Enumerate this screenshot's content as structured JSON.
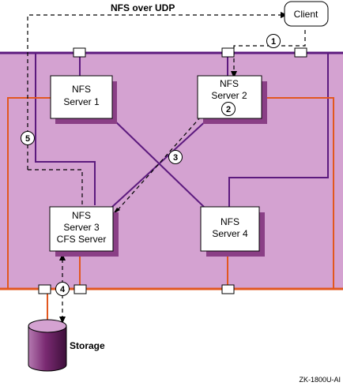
{
  "diagram": {
    "title": "NFS over UDP",
    "client_label": "Client",
    "storage_label": "Storage",
    "figure_code": "ZK-1800U-AI",
    "servers": [
      {
        "line1": "NFS",
        "line2": "Server 1",
        "line3": ""
      },
      {
        "line1": "NFS",
        "line2": "Server 2",
        "line3": ""
      },
      {
        "line1": "NFS",
        "line2": "Server 3",
        "line3": "CFS Server"
      },
      {
        "line1": "NFS",
        "line2": "Server 4",
        "line3": ""
      }
    ],
    "steps": [
      "1",
      "2",
      "3",
      "4",
      "5"
    ],
    "colors": {
      "cluster_fill": "#d4a2d1",
      "interconnect": "#5c1a7e",
      "storage_bus": "#e2571f",
      "shadow": "#8a3f86",
      "storage_body": "#7a2a72"
    }
  }
}
